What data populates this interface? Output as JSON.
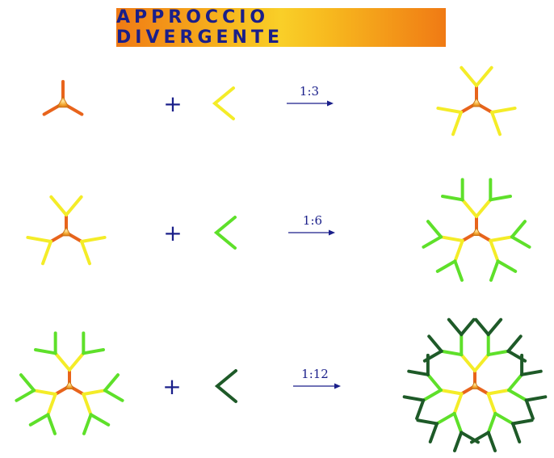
{
  "title": "APPROCCIO DIVERGENTE",
  "plus_symbol": "+",
  "colors": {
    "banner_start": "#f07a14",
    "banner_mid": "#f9cf28",
    "title_text": "#1a1f8a",
    "core": "#f0a020",
    "gen0": "#e8641c",
    "gen1": "#f4ec28",
    "gen2": "#5ee02a",
    "gen3": "#1e5a28",
    "symbols": "#1a1f8a"
  },
  "steps": [
    {
      "ratio": "1:3",
      "monomer_generation": 1,
      "reactant_generations": 0,
      "product_generations": 1
    },
    {
      "ratio": "1:6",
      "monomer_generation": 2,
      "reactant_generations": 1,
      "product_generations": 2
    },
    {
      "ratio": "1:12",
      "monomer_generation": 3,
      "reactant_generations": 2,
      "product_generations": 3
    }
  ]
}
